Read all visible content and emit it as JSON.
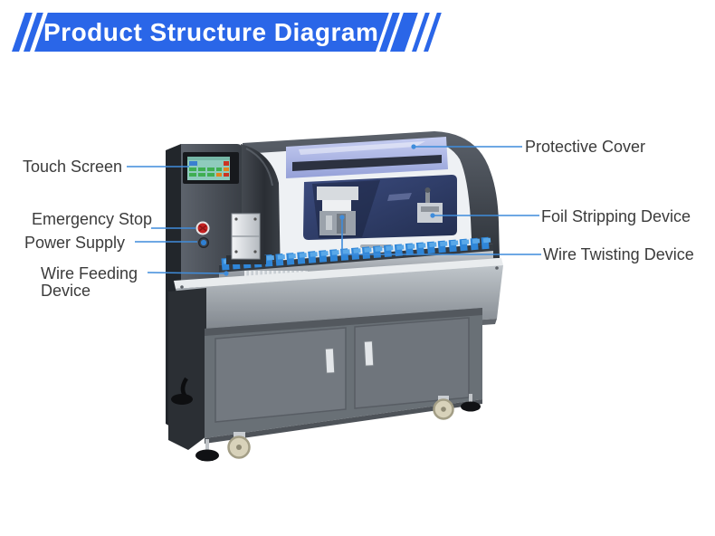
{
  "header": {
    "title": "Product Structure Diagram",
    "accent_color": "#2a66e8"
  },
  "labels": {
    "touch_screen": "Touch Screen",
    "emergency_stop": "Emergency Stop",
    "power_supply": "Power Supply",
    "wire_feeding": "Wire Feeding Device",
    "protective_cover": "Protective Cover",
    "foil_stripping": "Foil Stripping Device",
    "wire_twisting": "Wire Twisting Device"
  },
  "colors": {
    "banner_blue": "#2a66e8",
    "leader_line_blue": "#3f8cdb",
    "label_text": "#3b3b3b",
    "machine_dark_gray": "#3c4147",
    "cabinet_gray": "#6b7077",
    "clamp_blue": "#2f86d8"
  }
}
